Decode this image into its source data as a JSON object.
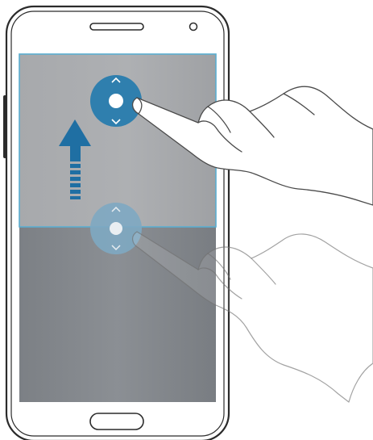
{
  "device": {
    "body_color": "#ffffff",
    "outline_color": "#2b2b2b",
    "bezel_color": "#3a3a3a"
  },
  "screen": {
    "top_window": {
      "color": "#a9abae",
      "border_color": "#5aaed0",
      "role": "resized-window"
    },
    "bottom_window": {
      "color": "#868a8f",
      "role": "lower-window"
    }
  },
  "divider_handles": {
    "accent_color": "#2f7fae",
    "inactive_color": "#7ea9c2",
    "up_symbol": "⌃",
    "down_symbol": "⌄"
  },
  "gesture": {
    "direction": "up",
    "arrow_color": "#1f6fa3",
    "hand_stroke": "#4a4a4a"
  },
  "icons": [
    "earpiece-icon",
    "camera-icon",
    "home-button-icon",
    "side-button-icon",
    "drag-handle-icon",
    "drag-up-arrow-icon",
    "hand-icon"
  ]
}
